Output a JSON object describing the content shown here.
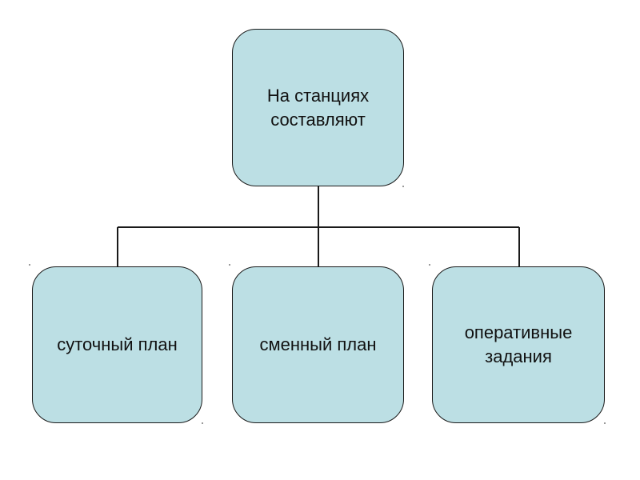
{
  "diagram": {
    "root": {
      "label": "На станциях\nсоставляют"
    },
    "children": [
      {
        "label": "суточный план"
      },
      {
        "label": "сменный план"
      },
      {
        "label": "оперативные\nзадания"
      }
    ]
  },
  "colors": {
    "node_fill": "#bcdfe4",
    "node_border": "#1a1a1a",
    "connector": "#1a1a1a",
    "text": "#111111"
  }
}
